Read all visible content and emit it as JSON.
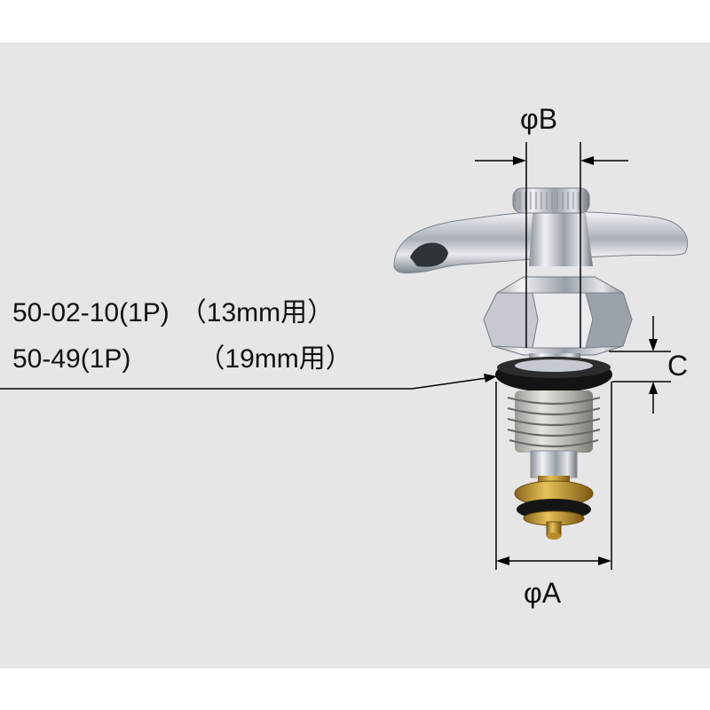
{
  "labels": {
    "phi_b": "φB",
    "phi_a": "φA",
    "c": "C"
  },
  "part_numbers": [
    {
      "code": "50-02-10(1P)",
      "usage": "（13mm用）"
    },
    {
      "code": "50-49(1P)",
      "usage": "（19mm用）"
    }
  ],
  "colors": {
    "background": "#e6e6e6",
    "chrome": "#c9ccd0",
    "rubber": "#111111",
    "brass": "#c8a038",
    "dimension_line": "#000000"
  }
}
